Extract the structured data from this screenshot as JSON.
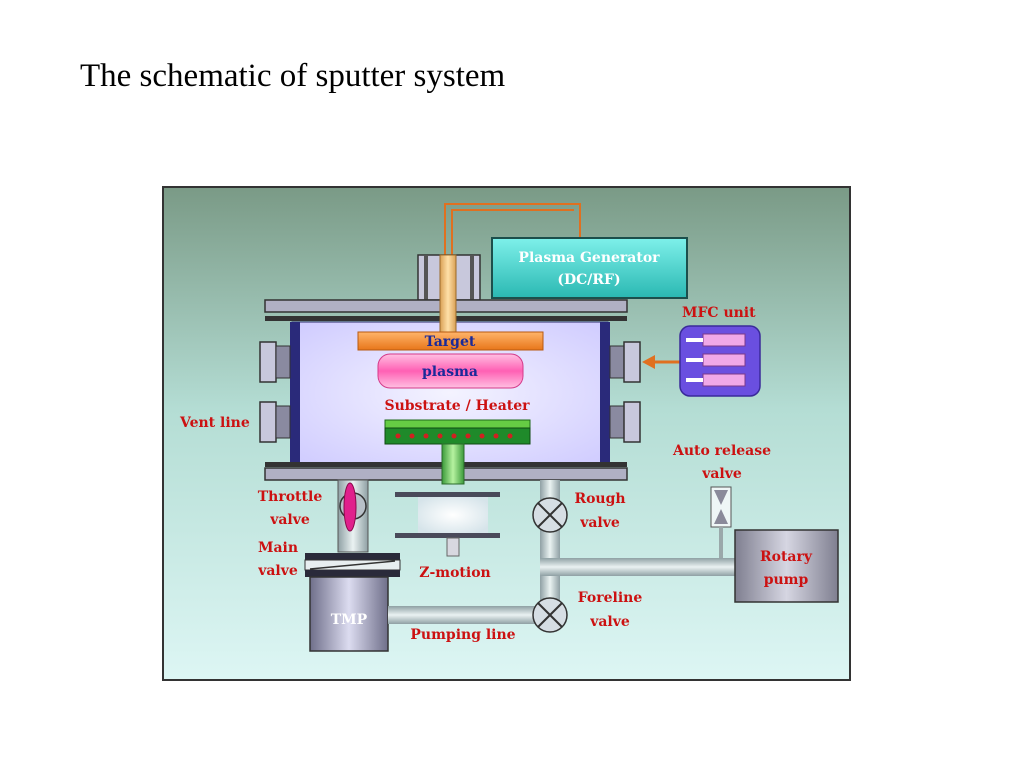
{
  "slide": {
    "title": "The schematic of sputter system"
  },
  "diagram": {
    "plasma_generator": {
      "line1": "Plasma Generator",
      "line2": "(DC/RF)"
    },
    "labels": {
      "mfc_unit": "MFC unit",
      "target": "Target",
      "plasma": "plasma",
      "substrate_heater": "Substrate / Heater",
      "vent_line": "Vent line",
      "auto_release_line1": "Auto release",
      "auto_release_line2": "valve",
      "throttle_line1": "Throttle",
      "throttle_line2": "valve",
      "main_line1": "Main",
      "main_line2": "valve",
      "rough_line1": "Rough",
      "rough_line2": "valve",
      "z_motion": "Z-motion",
      "rotary_line1": "Rotary",
      "rotary_line2": "pump",
      "tmp": "TMP",
      "foreline_line1": "Foreline",
      "foreline_line2": "valve",
      "pumping_line": "Pumping line"
    },
    "colors": {
      "label_red": "#cc1111",
      "plasma_generator_fill": "#4fd8d0",
      "target_orange": "#f08a2a",
      "plasma_pink": "#ff66b8",
      "chamber_lavender": "#dedcff",
      "substrate_green": "#1f8a2a",
      "mfc_purple": "#6a4fe0",
      "throttle_magenta": "#e0208c"
    }
  }
}
